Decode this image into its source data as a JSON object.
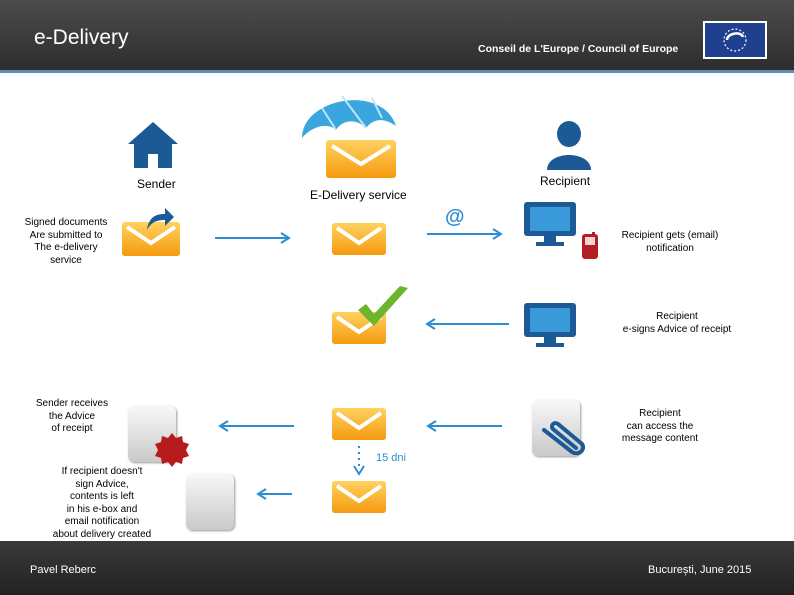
{
  "header": {
    "title": "e-Delivery",
    "org": "Conseil de L'Europe / Council of Europe",
    "accent": "#5d8fb5"
  },
  "labels": {
    "sender": "Sender",
    "service": "E-Delivery service",
    "recipient": "Recipient",
    "signed_docs": [
      "Signed documents",
      "Are submitted to",
      "The e-delivery",
      "service"
    ],
    "recipient_notification": [
      "Recipient gets (email)",
      "notification"
    ],
    "recipient_esigns": [
      "Recipient",
      "e-signs Advice of receipt"
    ],
    "sender_receives": [
      "Sender receives",
      "the Advice",
      "of receipt"
    ],
    "recipient_access": [
      "Recipient",
      "can access the",
      "message content"
    ],
    "if_not_signed": [
      "If recipient doesn't",
      "sign Advice,",
      "contents is left",
      "in his e-box and",
      "email notification",
      "about delivery created"
    ],
    "days": "15 dni",
    "at_symbol": "@"
  },
  "footer": {
    "author": "Pavel Reberc",
    "place_date": "București, June 2015"
  },
  "icons": [
    "home-icon",
    "umbrella-icon",
    "user-icon",
    "envelope-icon",
    "monitor-icon",
    "mobile-phone-icon",
    "checkmark-icon",
    "document-icon",
    "seal-icon",
    "paperclip-icon",
    "share-arrow-icon"
  ]
}
